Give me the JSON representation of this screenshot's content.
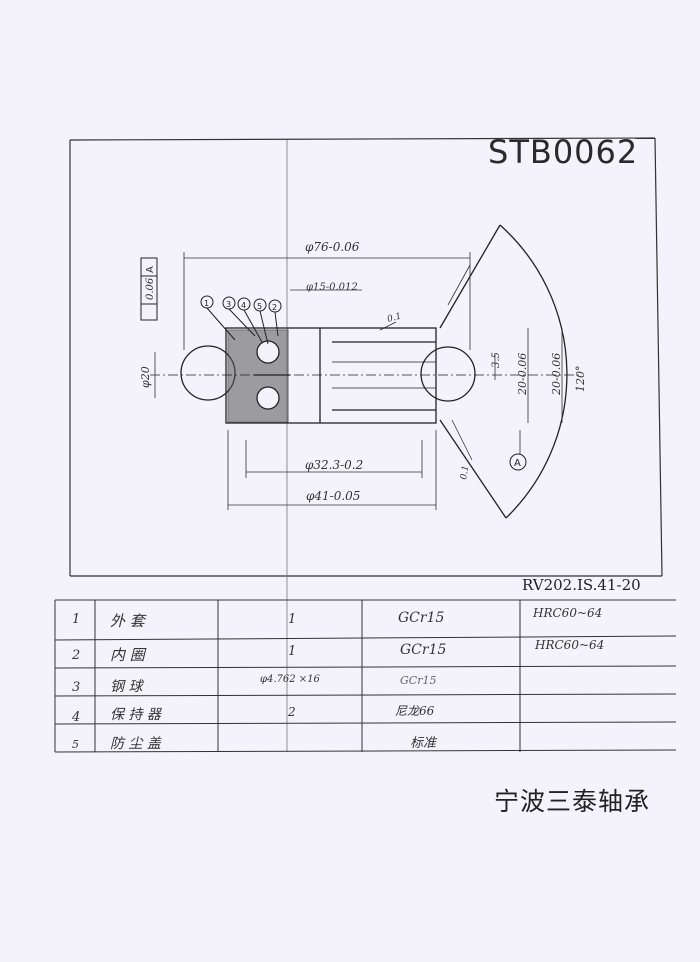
{
  "drawing": {
    "code": "STB0062",
    "reference": "RV202.IS.41-20",
    "company": "宁波三泰轴承",
    "dimensions": {
      "outer_diameter": "φ76-0.06",
      "inner_bore": "φ15-0.012",
      "diameter_32": "φ32.3-0.2",
      "diameter_41": "φ41-0.05",
      "height_20": "φ20",
      "height_20_a": "20-0.06",
      "height_20_b": "20-0.06",
      "offset": "3.5",
      "angle": "120°",
      "tolerance_value": "0.06",
      "datum_label": "A",
      "chamfer_top": "0.1",
      "chamfer_bottom": "0.1"
    },
    "balloons": [
      "1",
      "3",
      "4",
      "5",
      "2"
    ],
    "datum_marker": "A"
  },
  "parts_table": {
    "rows": [
      {
        "no": "1",
        "name": "外  套",
        "qty": "1",
        "material": "GCr15",
        "hardness": "HRC60~64"
      },
      {
        "no": "2",
        "name": "内  圈",
        "qty": "1",
        "material": "GCr15",
        "hardness": "HRC60~64"
      },
      {
        "no": "3",
        "name": "钢  球",
        "qty": "φ4.762 ×16",
        "material": "GCr15",
        "hardness": ""
      },
      {
        "no": "4",
        "name": "保 持 器",
        "qty": "2",
        "material": "尼龙66",
        "hardness": ""
      },
      {
        "no": "5",
        "name": "防 尘 盖",
        "qty": "",
        "material": "标准",
        "hardness": ""
      }
    ]
  }
}
